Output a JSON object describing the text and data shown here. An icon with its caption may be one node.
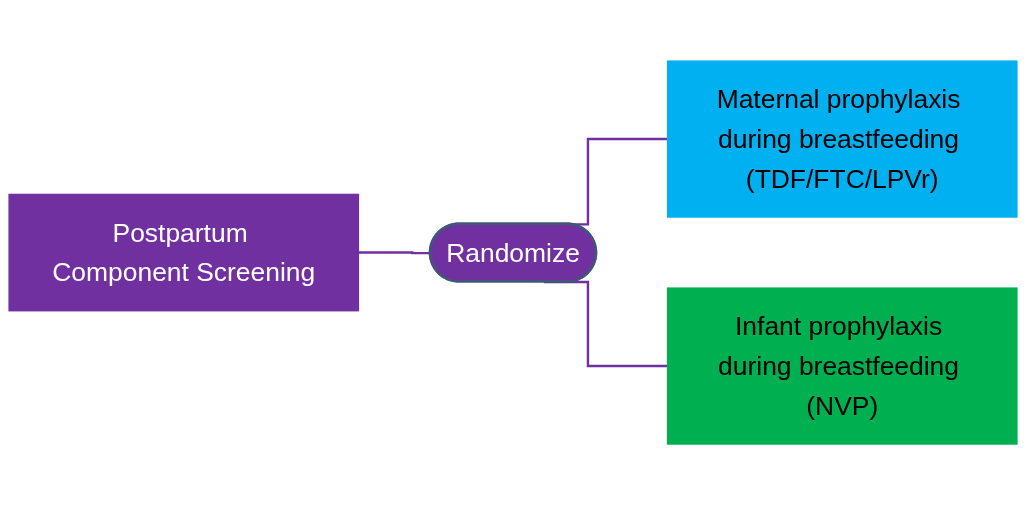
{
  "diagram": {
    "nodes": [
      {
        "text": [
          "Postpartum Component Screening"
        ]
      },
      {
        "text": [
          "Randomize"
        ]
      },
      {
        "text": [
          "Maternal prophylaxis during breastfeeding (TDF/FTC/LPVr)"
        ]
      },
      {
        "text": [
          "Infant prophylaxis during breastfeeding (NVP)"
        ]
      }
    ],
    "edges": [
      {
        "from": 0,
        "to": 1,
        "arrow": "none"
      },
      {
        "from": 1,
        "to": 2,
        "arrow": "none"
      },
      {
        "from": 1,
        "to": 3,
        "arrow": "none"
      }
    ]
  }
}
